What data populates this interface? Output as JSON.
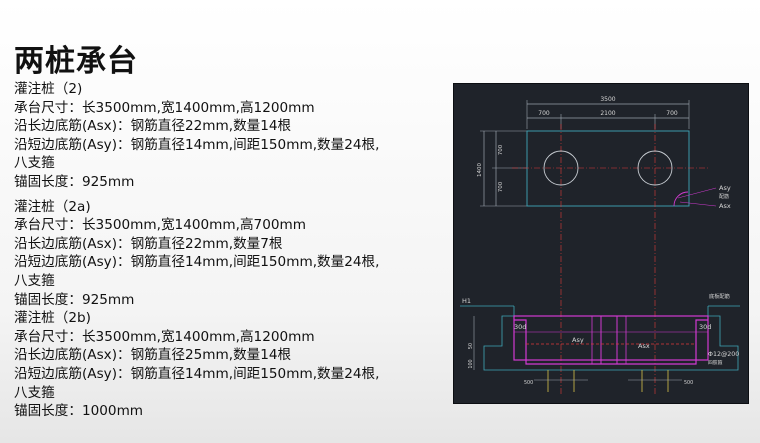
{
  "title": "两桩承台",
  "blocks": [
    {
      "lines": [
        "灌注桩（2)",
        "承台尺寸：长3500mm,宽1400mm,高1200mm",
        "沿长边底筋(Asx)：钢筋直径22mm,数量14根",
        "沿短边底筋(Asy)：钢筋直径14mm,间距150mm,数量24根,",
        "八支箍",
        "锚固长度：925mm"
      ]
    },
    {
      "lines": [
        "灌注桩（2a)",
        "承台尺寸：长3500mm,宽1400mm,高700mm",
        "沿长边底筋(Asx)：钢筋直径22mm,数量7根",
        "沿短边底筋(Asy)：钢筋直径14mm,间距150mm,数量24根,",
        "八支箍",
        "锚固长度：925mm"
      ]
    },
    {
      "lines": [
        "灌注桩（2b)",
        "承台尺寸：长3500mm,宽1400mm,高1200mm",
        "沿长边底筋(Asx)：钢筋直径25mm,数量14根",
        "沿短边底筋(Asy)：钢筋直径14mm,间距150mm,数量24根,",
        "八支箍",
        "锚固长度：1000mm"
      ]
    }
  ],
  "drawing": {
    "dim_total": "3500",
    "dim_segments": [
      "700",
      "2100",
      "700"
    ],
    "dim_side_total": "1400",
    "dim_side_segments": [
      "700",
      "700"
    ],
    "label_asy": "Asy",
    "label_asx": "Asx",
    "label_plan_note": "配筋",
    "label_h1": "H1",
    "label_30d_left": "30d",
    "label_30d_right": "30d",
    "label_section_asy": "Asy",
    "label_section_asx": "Asx",
    "label_stirrup": "Φ12@200",
    "label_stirrup_note": "四肢箍",
    "label_top_note": "底板配筋",
    "label_pile_left": "500",
    "label_pile_right": "500",
    "label_left_side": "50",
    "label_left_side2": "100",
    "colors": {
      "background": "#1f232a",
      "outline": "#3fa7b8",
      "dimension": "#9aa3ad",
      "rebar_red": "#e03a3a",
      "rebar_magenta": "#d23ad2",
      "pile_yellow": "#d7c04a"
    }
  }
}
